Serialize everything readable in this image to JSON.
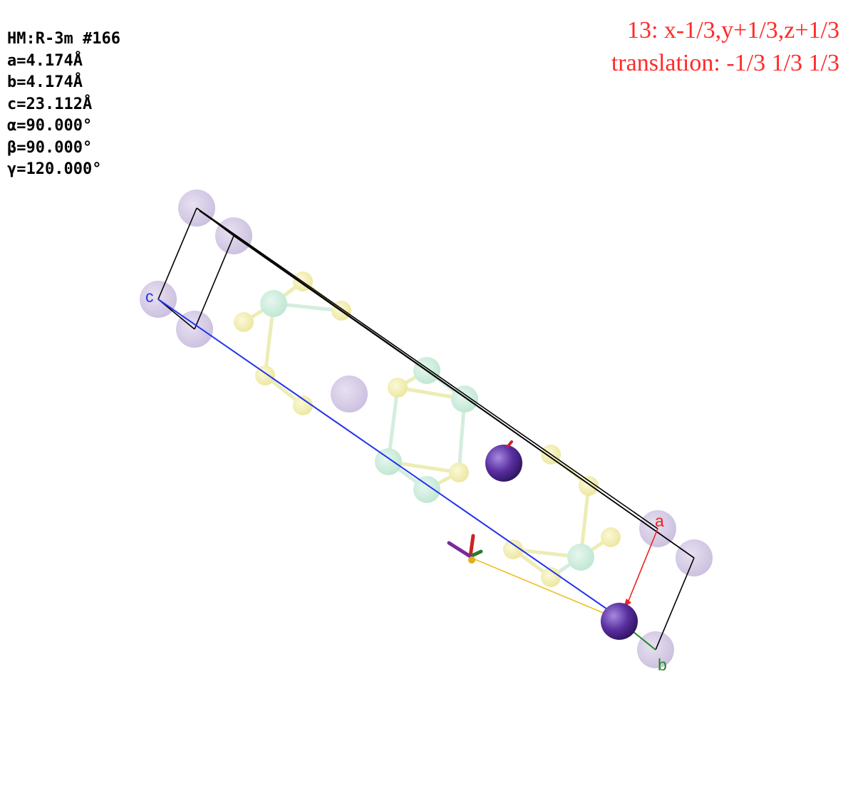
{
  "cell_info": {
    "space_group": "HM:R-3m #166",
    "a": "a=4.174Å",
    "b": "b=4.174Å",
    "c": "c=23.112Å",
    "alpha": "α=90.000°",
    "beta": "β=90.000°",
    "gamma": "γ=120.000°"
  },
  "symmetry_operation": {
    "operation": "13: x-1/3,y+1/3,z+1/3",
    "translation": "translation: -1/3 1/3 1/3"
  },
  "axes": {
    "a_label": "a",
    "b_label": "b",
    "c_label": "c",
    "a_color": "#ee2222",
    "b_color": "#228822",
    "c_color": "#2233ee"
  },
  "colors": {
    "unit_cell_edge": "#000000",
    "translation_vector": "#f0c020",
    "large_atom": "#6a3aa8",
    "large_atom_ghost": "#d6cde6",
    "yellow_atom_ghost": "#f5f0b0",
    "green_atom_ghost": "#cfeee0"
  }
}
